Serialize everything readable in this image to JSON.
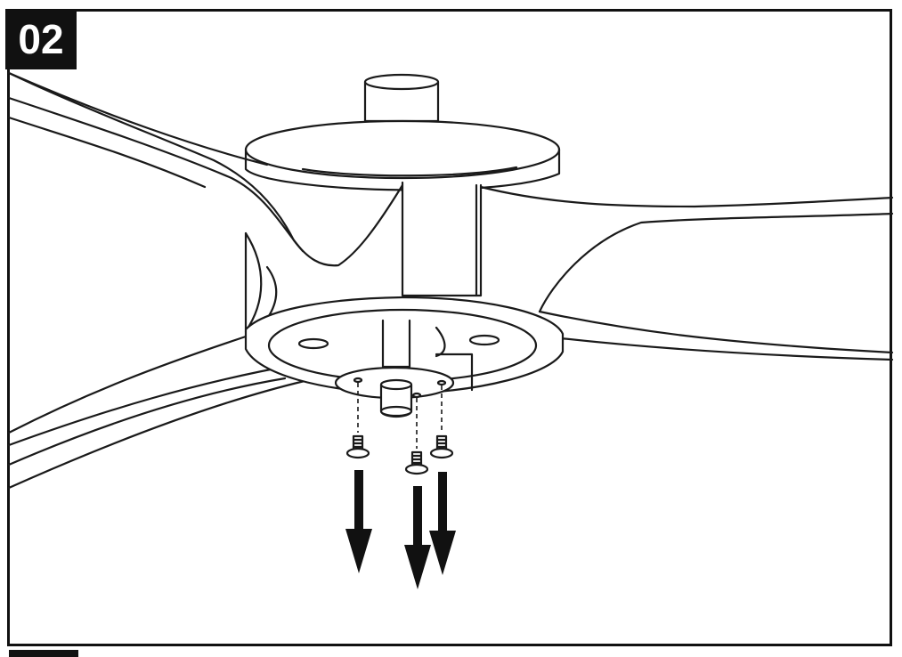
{
  "step": {
    "number": "02"
  },
  "colors": {
    "ink": "#111111",
    "background": "#ffffff"
  },
  "illustration": {
    "subject": "ceiling-fan",
    "screws": 3,
    "arrows": 3
  }
}
